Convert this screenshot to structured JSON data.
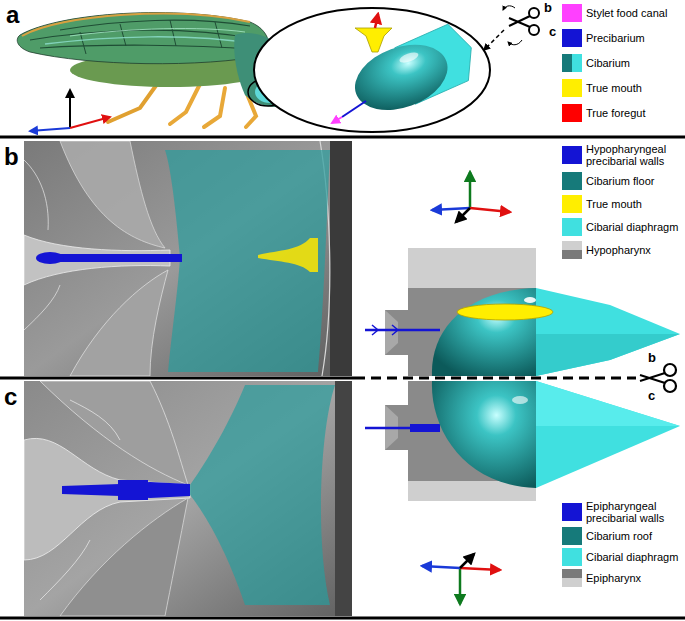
{
  "diagram": {
    "labels": [
      "a",
      "b",
      "c",
      "b",
      "b",
      "c",
      "c"
    ],
    "legend": [
      {
        "text": "Stylet food canal",
        "color": "#ff40ff"
      },
      {
        "text": "Precibarium",
        "color": "#1414d4"
      },
      {
        "text": "Cibarium",
        "color": "#167a7a"
      },
      {
        "text": "True mouth",
        "color": "#ffee00"
      },
      {
        "text": "True foregut",
        "color": "#ff0000"
      },
      {
        "text": "Hypopharyngeal precibarial walls",
        "color": "#1414d4"
      },
      {
        "text": "Cibarium floor",
        "color": "#167a7a"
      },
      {
        "text": "True mouth",
        "color": "#ffee00"
      },
      {
        "text": "Cibarial diaphragm",
        "color": "#40e0e0"
      },
      {
        "text": "Hypopharynx",
        "color": "#7a7a7a"
      },
      {
        "text": "Epipharyngeal precibarial walls",
        "color": "#1414d4"
      },
      {
        "text": "Cibarium roof",
        "color": "#167a7a"
      },
      {
        "text": "Cibarial diaphragm",
        "color": "#40e0e0"
      },
      {
        "text": "Epipharynx",
        "color": "#7a7a7a"
      }
    ]
  }
}
